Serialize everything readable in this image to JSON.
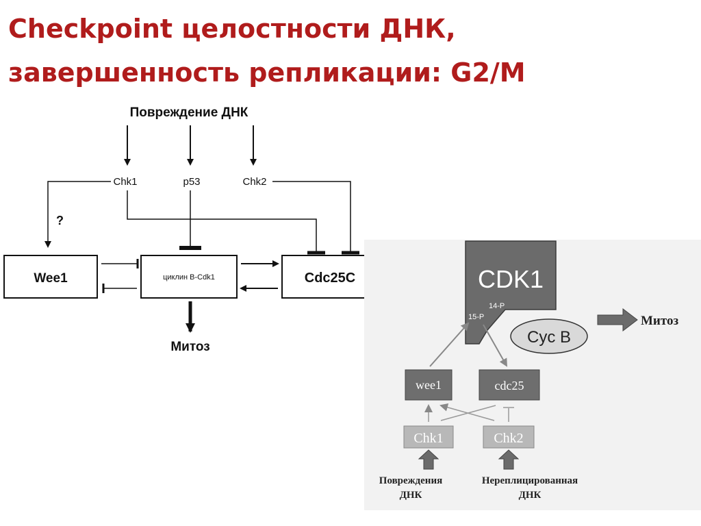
{
  "slide": {
    "title_line1": "Checkpoint целостности ДНК,",
    "title_line2": "завершенность репликации: G2/M"
  },
  "left_diagram": {
    "damage_label": "Повреждение ДНК",
    "chk1": "Chk1",
    "p53": "p53",
    "chk2": "Chk2",
    "question": "?",
    "wee1": "Wee1",
    "complex": "циклин B-Cdk1",
    "cdc25c": "Cdc25C",
    "mitosis": "Митоз"
  },
  "right_diagram": {
    "cdk1": "CDK1",
    "p14": "14-P",
    "p15": "15-P",
    "cycb": "Cyc B",
    "mitosis": "Митоз",
    "wee1": "wee1",
    "cdc25": "cdc25",
    "chk1": "Chk1",
    "chk2": "Chk2",
    "damage_line1": "Повреждения",
    "damage_line2": "ДНК",
    "unreplicated_line1": "Нереплицированная",
    "unreplicated_line2": "ДНК"
  },
  "colors": {
    "title": "#b01c1c",
    "cdk1_fill": "#6b6b6b",
    "cycb_fill": "#d9d9d9",
    "box_dark": "#6e6e6e",
    "box_light": "#b8b8b8",
    "background_panel": "#f2f2f2"
  }
}
